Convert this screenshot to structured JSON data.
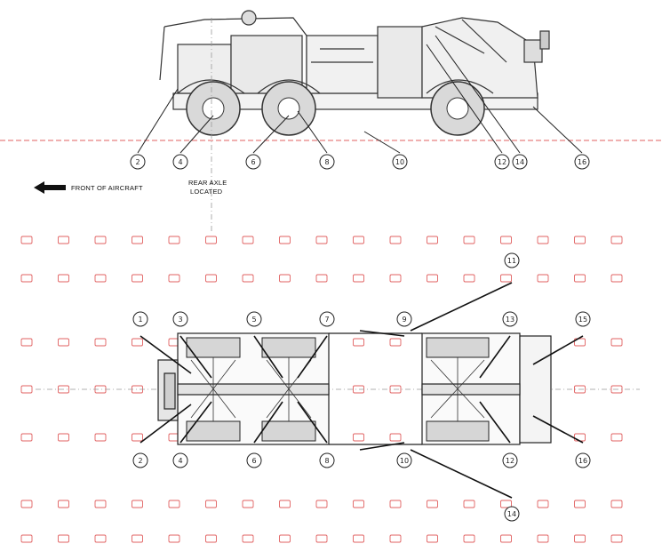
{
  "labels": {
    "front_of_aircraft": "FRONT OF AIRCRAFT",
    "rear_axle_line1": "REAR AXLE",
    "rear_axle_line2": "LOCATED"
  },
  "colors": {
    "line": "#222222",
    "tiedown": "#e06060",
    "centerline": "#999999"
  },
  "side_view_callouts": [
    "2",
    "4",
    "6",
    "8",
    "10",
    "12",
    "14",
    "16"
  ],
  "top_view_callouts": [
    "1",
    "3",
    "5",
    "7",
    "9",
    "11",
    "13",
    "15",
    "2",
    "4",
    "6",
    "8",
    "10",
    "12",
    "14",
    "16"
  ]
}
